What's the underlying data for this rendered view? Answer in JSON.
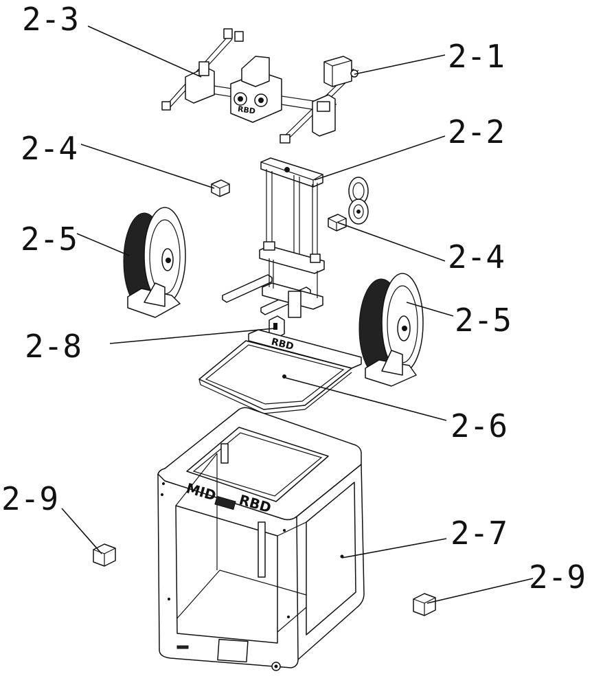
{
  "labels": {
    "l21": "2-1",
    "l22": "2-2",
    "l23": "2-3",
    "l24a": "2-4",
    "l24b": "2-4",
    "l25a": "2-5",
    "l25b": "2-5",
    "l26": "2-6",
    "l27": "2-7",
    "l28": "2-8",
    "l29a": "2-9",
    "l29b": "2-9"
  },
  "branding": {
    "head": "RBD",
    "bed": "RBD",
    "frame_left": "MID",
    "frame_right": "RBD"
  }
}
